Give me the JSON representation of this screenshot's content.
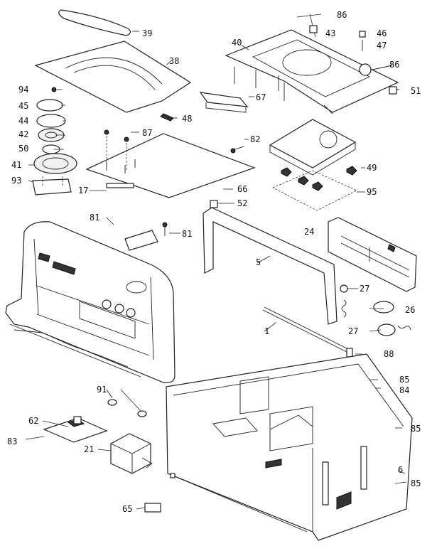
{
  "labels": {
    "p39": "39",
    "p38": "38",
    "p86a": "86",
    "p40": "40",
    "p43": "43",
    "p46": "46",
    "p47": "47",
    "p86b": "86",
    "p51": "51",
    "p94": "94",
    "p45": "45",
    "p44": "44",
    "p42": "42",
    "p50": "50",
    "p41": "41",
    "p93": "93",
    "p48": "48",
    "p67": "67",
    "p87": "87",
    "p82": "82",
    "p49": "49",
    "p17": "17",
    "p66": "66",
    "p52": "52",
    "p95": "95",
    "p81a": "81",
    "p81b": "81",
    "p24": "24",
    "p5": "5",
    "p27a": "27",
    "p26": "26",
    "p1": "1",
    "p27b": "27",
    "p88": "88",
    "p85a": "85",
    "p84": "84",
    "p91": "91",
    "p62": "62",
    "p85b": "85",
    "p83": "83",
    "p21": "21",
    "p6": "6",
    "p85c": "85",
    "p65": "65"
  }
}
